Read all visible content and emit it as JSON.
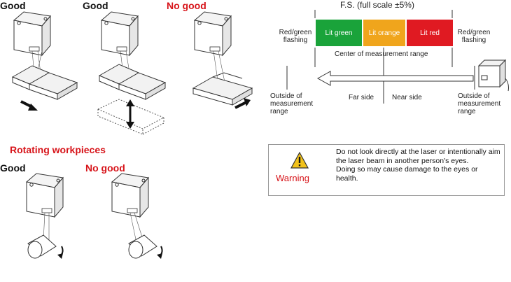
{
  "top_labels": {
    "good1": "Good",
    "good2": "Good",
    "nogood": "No good"
  },
  "rotating": {
    "title": "Rotating workpieces",
    "good": "Good",
    "nogood": "No good"
  },
  "scale": {
    "header": "F.S. (full scale ±5%)",
    "left_label": "Red/green\nflashing",
    "right_label": "Red/green\nflashing",
    "boxes": [
      {
        "label": "Lit green",
        "color": "#1aa33a"
      },
      {
        "label": "Lit orange",
        "color": "#f0a51c"
      },
      {
        "label": "Lit red",
        "color": "#e01a22"
      }
    ],
    "center_label": "Center of measurement range",
    "far_side": "Far side",
    "near_side": "Near side",
    "outside_left": "Outside of\nmeasurement\nrange",
    "outside_right": "Outside of\nmeasurement\nrange"
  },
  "warning": {
    "title": "Warning",
    "text": "Do not look directly at the laser or intentionally aim the laser beam in another person's eyes.\nDoing so may cause damage to the eyes or health.",
    "accent": "#d7141a"
  }
}
